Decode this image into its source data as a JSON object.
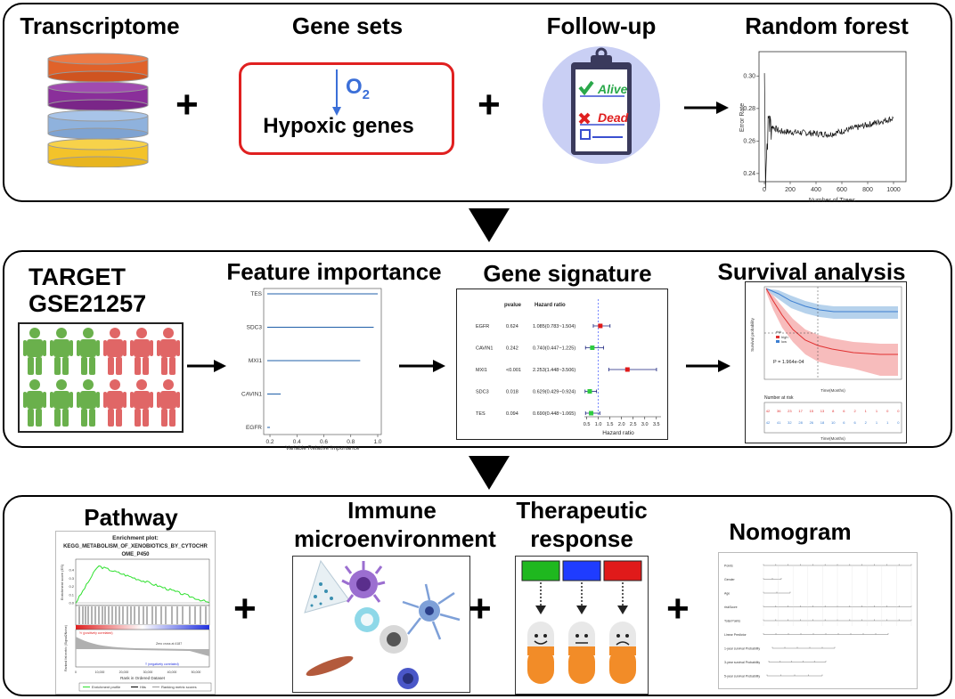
{
  "row1": {
    "transcriptome": "Transcriptome",
    "gene_sets": "Gene sets",
    "follow_up": "Follow-up",
    "random_forest": "Random forest",
    "o2": "O",
    "o2_sub": "2",
    "hypoxic": "Hypoxic genes",
    "alive": "Alive",
    "dead": "Dead",
    "rf_ylabel": "Error Rate",
    "rf_xlabel": "Number of Trees",
    "rf_yticks": [
      "0.30",
      "0.28",
      "0.26",
      "0.24"
    ],
    "rf_xticks": [
      "0",
      "200",
      "400",
      "600",
      "800",
      "1000"
    ]
  },
  "row2": {
    "target": "TARGET",
    "gse": "GSE21257",
    "feature_importance": "Feature importance",
    "gene_signature": "Gene signature",
    "survival_analysis": "Survival analysis",
    "fi_genes": [
      "TES",
      "SDC3",
      "MXI1",
      "CAVIN1",
      "EGFR"
    ],
    "fi_xlabel": "Variable Relative Importance",
    "fi_xticks": [
      "0.2",
      "0.4",
      "0.6",
      "0.8",
      "1.0"
    ],
    "gs_col_pvalue": "pvalue",
    "gs_col_hr": "Hazard ratio",
    "gs_rows": [
      {
        "gene": "EGFR",
        "p": "0.624",
        "hr": "1.085(0.783~1.504)"
      },
      {
        "gene": "CAVIN1",
        "p": "0.242",
        "hr": "0.740(0.447~1.225)"
      },
      {
        "gene": "MXI1",
        "p": "<0.001",
        "hr": "2.253(1.448~3.506)"
      },
      {
        "gene": "SDC3",
        "p": "0.018",
        "hr": "0.629(0.429~0.924)"
      },
      {
        "gene": "TES",
        "p": "0.094",
        "hr": "0.690(0.448~1.065)"
      }
    ],
    "gs_xlabel": "Hazard ratio",
    "gs_xticks": [
      "0.5",
      "1.0",
      "1.5",
      "2.0",
      "2.5",
      "3.0",
      "3.5"
    ],
    "sv_p": "P = 1.964e-04",
    "sv_ylabel": "Survival probability",
    "sv_xlabel": "Time(Months)",
    "sv_risk": "Number at risk",
    "sv_legend_title": "risk",
    "sv_legend": [
      "high",
      "low"
    ],
    "sv_row_high": [
      "42",
      "36",
      "23",
      "17",
      "15",
      "13",
      "8",
      "6",
      "2",
      "1",
      "1",
      "0",
      "0"
    ],
    "sv_row_low": [
      "42",
      "41",
      "32",
      "28",
      "26",
      "18",
      "10",
      "6",
      "6",
      "2",
      "1",
      "1",
      "0"
    ]
  },
  "row3": {
    "pathway": "Pathway",
    "immune1": "Immune",
    "immune2": "microenvironment",
    "ther1": "Therapeutic",
    "ther2": "response",
    "nomogram": "Nomogram",
    "gsea_title1": "Enrichment plot:",
    "gsea_title2": "KEGG_METABOLISM_OF_XENOBIOTICS_BY_CYTOCHR",
    "gsea_title3": "OME_P450",
    "gsea_ylabel": "Enrichment score (ES)",
    "gsea_ylabel2": "Ranked list metric (Signal2Noise)",
    "gsea_pos": "'h' (positively correlated)",
    "gsea_neg": "'l' (negatively correlated)",
    "gsea_zero": "Zero cross at 4187",
    "gsea_xlabel": "Rank in Ordered Dataset",
    "gsea_xticks": [
      "0",
      "10,000",
      "20,000",
      "30,000",
      "40,000",
      "50,000"
    ],
    "gsea_yticks": [
      "0.4",
      "0.3",
      "0.2",
      "0.1",
      "0.0"
    ],
    "gsea_legend": [
      "Enrichment profile",
      "Hits",
      "Ranking metric scores"
    ],
    "nomo_rows": [
      "Points",
      "Gender",
      "Age",
      "riskScore",
      "Total Points",
      "Linear Predictor",
      "1-year survival Probability",
      "3-year survival Probability",
      "5-year survival Probability"
    ]
  },
  "colors": {
    "green": "#6ab04c",
    "red": "#e06666",
    "blue": "#1f3cff",
    "pill_orange": "#f28c28"
  }
}
